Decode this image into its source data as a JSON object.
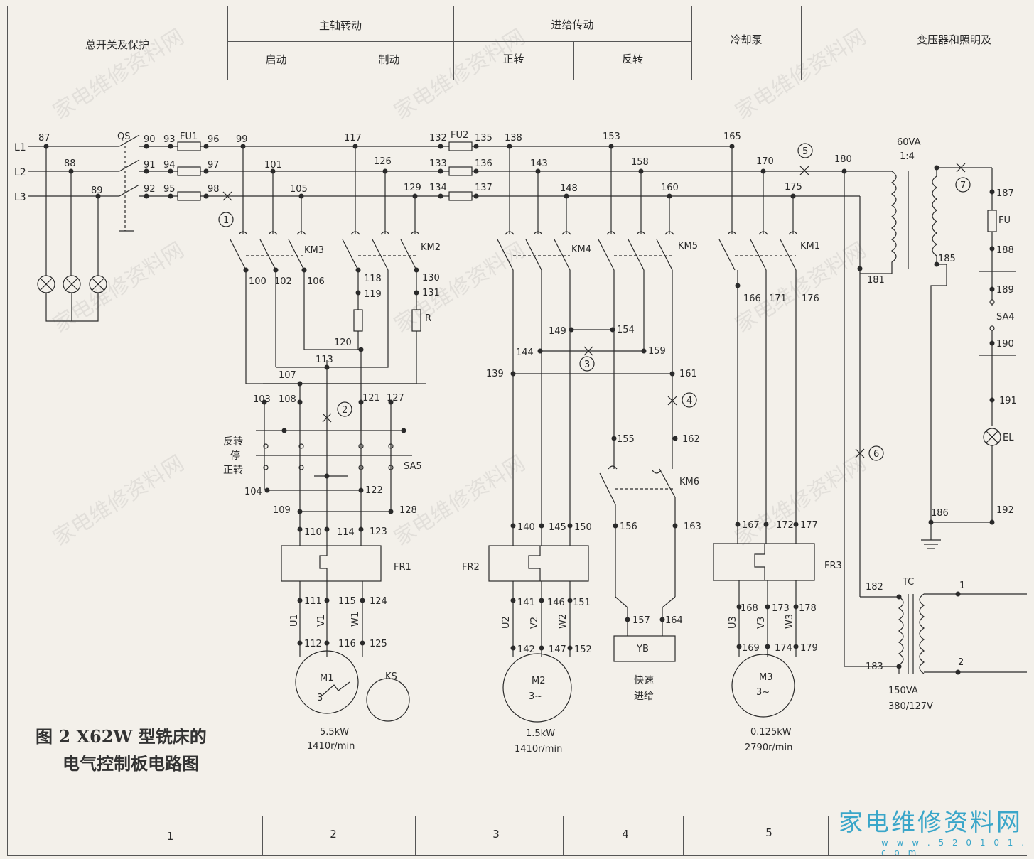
{
  "header": {
    "main_switch": "总开关及保护",
    "spindle": "主轴转动",
    "start": "启动",
    "brake": "制动",
    "feed": "进给传动",
    "forward": "正转",
    "reverse": "反转",
    "coolant": "冷却泵",
    "transformer": "变压器和照明及"
  },
  "footer": [
    "1",
    "2",
    "3",
    "4",
    "5"
  ],
  "caption": {
    "line1": "图 2  X62W 型铣床的",
    "line2": "电气控制板电路图"
  },
  "labels": {
    "lines": [
      "L1",
      "L2",
      "L3"
    ],
    "switches": {
      "qs": "QS",
      "fu1": "FU1",
      "fu2": "FU2",
      "sa5": "SA5",
      "sa4": "SA4",
      "fu": "FU",
      "el": "EL",
      "r": "R",
      "ks": "KS",
      "yb": "YB",
      "tc": "TC"
    },
    "contactors": {
      "km1": "KM1",
      "km2": "KM2",
      "km3": "KM3",
      "km4": "KM4",
      "km5": "KM5",
      "km6": "KM6"
    },
    "relays": {
      "fr1": "FR1",
      "fr2": "FR2",
      "fr3": "FR3"
    },
    "sa5_positions": {
      "rev": "反转",
      "stop": "停",
      "fwd": "正转"
    },
    "motors": {
      "m1": {
        "name": "M1",
        "phase": "3",
        "power": "5.5kW",
        "speed": "1410r/min",
        "u": "U1",
        "v": "V1",
        "w": "W1"
      },
      "m2": {
        "name": "M2",
        "phase": "3~",
        "power": "1.5kW",
        "speed": "1410r/min",
        "u": "U2",
        "v": "V2",
        "w": "W2"
      },
      "m3": {
        "name": "M3",
        "phase": "3~",
        "power": "0.125kW",
        "speed": "2790r/min",
        "u": "U3",
        "v": "V3",
        "w": "W3"
      }
    },
    "fast_feed": [
      "快速",
      "进给"
    ],
    "transformer_60": {
      "rating": "60VA",
      "ratio": "1:4"
    },
    "transformer_tc": {
      "rating": "150VA",
      "voltage": "380/127V",
      "t1": "1",
      "t2": "2"
    },
    "fault_marks": [
      "1",
      "2",
      "3",
      "4",
      "5",
      "6",
      "7"
    ],
    "nodes": {
      "n87": "87",
      "n88": "88",
      "n89": "89",
      "n90": "90",
      "n91": "91",
      "n92": "92",
      "n93": "93",
      "n94": "94",
      "n95": "95",
      "n96": "96",
      "n97": "97",
      "n98": "98",
      "n99": "99",
      "n100": "100",
      "n101": "101",
      "n102": "102",
      "n103": "103",
      "n104": "104",
      "n105": "105",
      "n106": "106",
      "n107": "107",
      "n108": "108",
      "n109": "109",
      "n110": "110",
      "n111": "111",
      "n112": "112",
      "n113": "113",
      "n114": "114",
      "n115": "115",
      "n116": "116",
      "n117": "117",
      "n118": "118",
      "n119": "119",
      "n120": "120",
      "n121": "121",
      "n122": "122",
      "n123": "123",
      "n124": "124",
      "n125": "125",
      "n126": "126",
      "n127": "127",
      "n128": "128",
      "n129": "129",
      "n130": "130",
      "n131": "131",
      "n132": "132",
      "n133": "133",
      "n134": "134",
      "n135": "135",
      "n136": "136",
      "n137": "137",
      "n138": "138",
      "n139": "139",
      "n140": "140",
      "n141": "141",
      "n142": "142",
      "n143": "143",
      "n144": "144",
      "n145": "145",
      "n146": "146",
      "n147": "147",
      "n148": "148",
      "n149": "149",
      "n150": "150",
      "n151": "151",
      "n152": "152",
      "n153": "153",
      "n154": "154",
      "n155": "155",
      "n156": "156",
      "n157": "157",
      "n158": "158",
      "n159": "159",
      "n160": "160",
      "n161": "161",
      "n162": "162",
      "n163": "163",
      "n164": "164",
      "n165": "165",
      "n166": "166",
      "n167": "167",
      "n168": "168",
      "n169": "169",
      "n170": "170",
      "n171": "171",
      "n172": "172",
      "n173": "173",
      "n174": "174",
      "n175": "175",
      "n176": "176",
      "n177": "177",
      "n178": "178",
      "n179": "179",
      "n180": "180",
      "n181": "181",
      "n182": "182",
      "n183": "183",
      "n185": "185",
      "n186": "186",
      "n187": "187",
      "n188": "188",
      "n189": "189",
      "n190": "190",
      "n191": "191",
      "n192": "192"
    }
  },
  "watermark": {
    "logo": "家电维修资料网",
    "url": "w w w . 5 2 0 1 0 1 . c o m"
  },
  "colors": {
    "ink": "#2a2a2a",
    "paper": "#f3f0ea",
    "logo": "#3aa6c9"
  }
}
